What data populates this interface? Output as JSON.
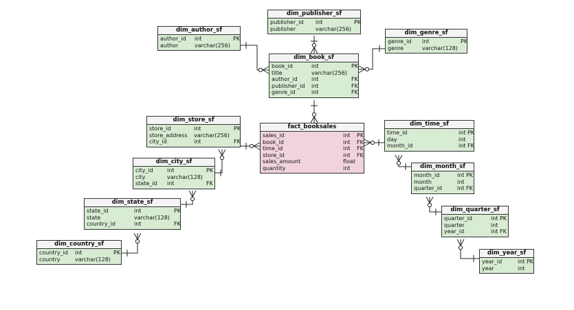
{
  "colors": {
    "dimension_fill": "#d8ecd3",
    "fact_fill": "#f0d3df",
    "header_fill": "#f4f4f4",
    "border": "#333333"
  },
  "entities": {
    "dim_publisher_sf": {
      "name": "dim_publisher_sf",
      "columns": [
        {
          "name": "publisher_id",
          "type": "int",
          "key": "PK"
        },
        {
          "name": "publisher",
          "type": "varchar(256)",
          "key": ""
        }
      ]
    },
    "dim_author_sf": {
      "name": "dim_author_sf",
      "columns": [
        {
          "name": "author_id",
          "type": "int",
          "key": "PK"
        },
        {
          "name": "author",
          "type": "varchar(256)",
          "key": ""
        }
      ]
    },
    "dim_genre_sf": {
      "name": "dim_genre_sf",
      "columns": [
        {
          "name": "genre_id",
          "type": "int",
          "key": "PK"
        },
        {
          "name": "genre",
          "type": "varchar(128)",
          "key": ""
        }
      ]
    },
    "dim_book_sf": {
      "name": "dim_book_sf",
      "columns": [
        {
          "name": "book_id",
          "type": "int",
          "key": "PK"
        },
        {
          "name": "title",
          "type": "varchar(256)",
          "key": ""
        },
        {
          "name": "author_id",
          "type": "int",
          "key": "FK"
        },
        {
          "name": "publisher_id",
          "type": "int",
          "key": "FK"
        },
        {
          "name": "genre_id",
          "type": "int",
          "key": "FK"
        }
      ]
    },
    "dim_store_sf": {
      "name": "dim_store_sf",
      "columns": [
        {
          "name": "store_id",
          "type": "int",
          "key": "PK"
        },
        {
          "name": "store_address",
          "type": "varchar(256)",
          "key": ""
        },
        {
          "name": "city_id",
          "type": "int",
          "key": "FK"
        }
      ]
    },
    "fact_booksales": {
      "name": "fact_booksales",
      "columns": [
        {
          "name": "sales_id",
          "type": "int",
          "key": "PK"
        },
        {
          "name": "book_id",
          "type": "int",
          "key": "FK"
        },
        {
          "name": "time_id",
          "type": "int",
          "key": "FK"
        },
        {
          "name": "store_id",
          "type": "int",
          "key": "FK"
        },
        {
          "name": "sales_amount",
          "type": "float",
          "key": ""
        },
        {
          "name": "quantity",
          "type": "int",
          "key": ""
        }
      ]
    },
    "dim_time_sf": {
      "name": "dim_time_sf",
      "columns": [
        {
          "name": "time_id",
          "type": "int PK",
          "key": ""
        },
        {
          "name": "day",
          "type": "int",
          "key": ""
        },
        {
          "name": "month_id",
          "type": "int FK",
          "key": ""
        }
      ]
    },
    "dim_city_sf": {
      "name": "dim_city_sf",
      "columns": [
        {
          "name": "city_id",
          "type": "int",
          "key": "PK"
        },
        {
          "name": "city",
          "type": "varchar(128)",
          "key": ""
        },
        {
          "name": "state_id",
          "type": "int",
          "key": "FK"
        }
      ]
    },
    "dim_month_sf": {
      "name": "dim_month_sf",
      "columns": [
        {
          "name": "month_id",
          "type": "int PK",
          "key": ""
        },
        {
          "name": "month",
          "type": "int",
          "key": ""
        },
        {
          "name": "quarter_id",
          "type": "int FK",
          "key": ""
        }
      ]
    },
    "dim_state_sf": {
      "name": "dim_state_sf",
      "columns": [
        {
          "name": "state_id",
          "type": "int",
          "key": "PK"
        },
        {
          "name": "state",
          "type": "varchar(128)",
          "key": ""
        },
        {
          "name": "country_id",
          "type": "int",
          "key": "FK"
        }
      ]
    },
    "dim_quarter_sf": {
      "name": "dim_quarter_sf",
      "columns": [
        {
          "name": "quarter_id",
          "type": "int PK",
          "key": ""
        },
        {
          "name": "quarter",
          "type": "int",
          "key": ""
        },
        {
          "name": "year_id",
          "type": "int FK",
          "key": ""
        }
      ]
    },
    "dim_country_sf": {
      "name": "dim_country_sf",
      "columns": [
        {
          "name": "country_id",
          "type": "int",
          "key": "PK"
        },
        {
          "name": "country",
          "type": "varchar(128)",
          "key": ""
        }
      ]
    },
    "dim_year_sf": {
      "name": "dim_year_sf",
      "columns": [
        {
          "name": "year_id",
          "type": "int PK",
          "key": ""
        },
        {
          "name": "year",
          "type": "int",
          "key": ""
        }
      ]
    }
  }
}
